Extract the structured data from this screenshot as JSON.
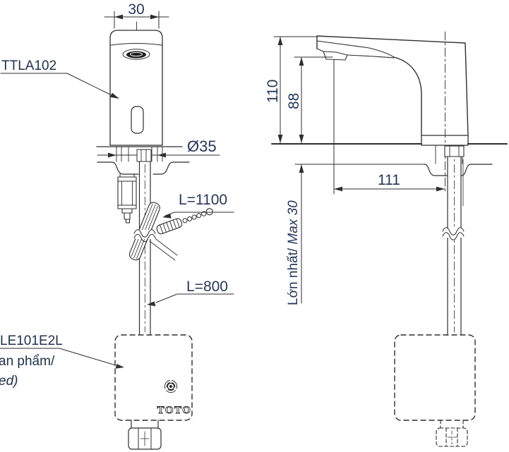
{
  "drawing": {
    "front_view": {
      "product_label": "TTLA102",
      "dim_top_width": "30",
      "dim_hole_diameter": "Ø35",
      "sensor_hose_length": "L=1100",
      "supply_hose_length": "L=800",
      "controller_label_line1": "LE101E2L",
      "controller_label_line2": "an phẩm/",
      "controller_label_line3": "ed)",
      "logo": "TOTO"
    },
    "side_view": {
      "dim_total_height": "110",
      "dim_spout_height": "88",
      "dim_spout_reach": "111",
      "dim_deck_thickness_vi": "Lớn nhất/ ",
      "dim_deck_thickness_en": "Max 30"
    }
  },
  "icons": {
    "emblem": "toto-gear-emblem"
  },
  "colors": {
    "line_ink": "#2e2e2e",
    "dimension_text": "#24375c",
    "background": "#ffffff",
    "spout_opening": "#1c1c1c"
  }
}
